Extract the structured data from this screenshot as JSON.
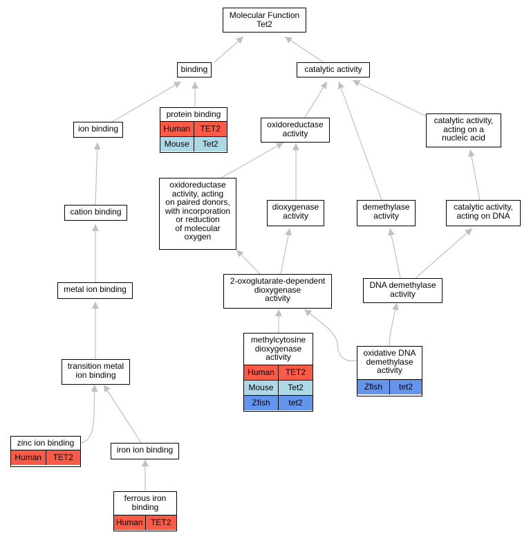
{
  "root": {
    "line1": "Molecular Function",
    "line2": "Tet2"
  },
  "nodes": {
    "binding": "binding",
    "catalytic": "catalytic activity",
    "protein_binding": "protein binding",
    "ion_binding": "ion binding",
    "oxidoreductase": "oxidoreductase\nactivity",
    "catalytic_nucleic": "catalytic activity,\nacting on a\nnucleic acid",
    "oxidoreductase_paired": "oxidoreductase\nactivity, acting\non paired donors,\nwith incorporation\nor reduction\nof molecular\noxygen",
    "cation_binding": "cation binding",
    "dioxygenase": "dioxygenase\nactivity",
    "demethylase": "demethylase\nactivity",
    "catalytic_dna": "catalytic activity,\nacting on DNA",
    "metal_ion": "metal ion binding",
    "oxoglutarate": "2-oxoglutarate-dependent\ndioxygenase\nactivity",
    "dna_demethylase": "DNA demethylase\nactivity",
    "methylcytosine": "methylcytosine\ndioxygenase\nactivity",
    "oxidative_dna": "oxidative DNA\ndemethylase\nactivity",
    "transition_metal": "transition metal\nion binding",
    "zinc": "zinc ion binding",
    "iron": "iron ion binding",
    "ferrous": "ferrous iron\nbinding"
  },
  "species": {
    "human": "Human",
    "mouse": "Mouse",
    "zfish": "Zfish"
  },
  "genes": {
    "human": "TET2",
    "mouse": "Tet2",
    "zfish": "tet2"
  },
  "colors": {
    "human": "#fa5a46",
    "mouse": "#add8e6",
    "zfish": "#6495ed",
    "edge": "#c0c0c0"
  }
}
